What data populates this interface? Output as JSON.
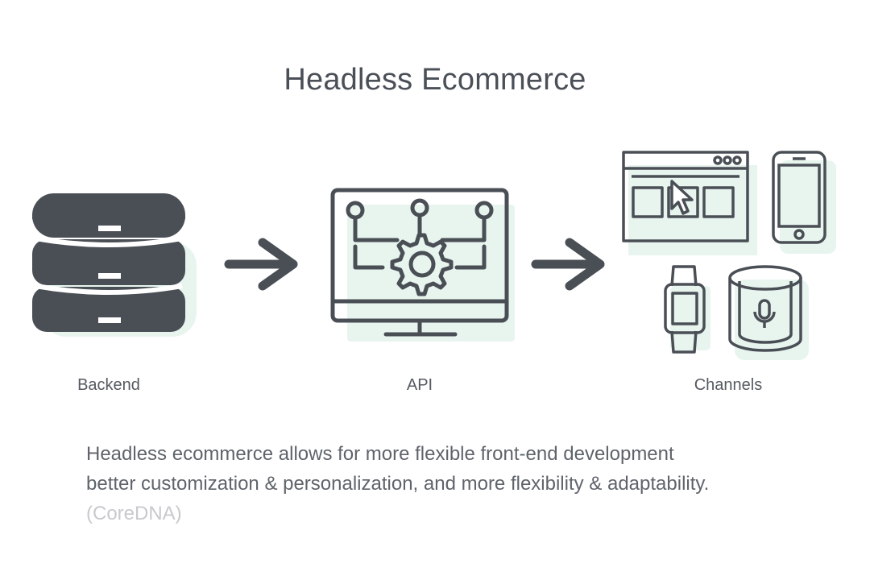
{
  "title": "Headless Ecommerce",
  "labels": {
    "backend": "Backend",
    "api": "API",
    "channels": "Channels"
  },
  "description": {
    "line1": "Headless ecommerce allows for more flexible front-end development",
    "line2": "better customization & personalization, and more flexibility & adaptability.",
    "source": "(CoreDNA)"
  },
  "colors": {
    "icon_stroke": "#4a4f56",
    "accent_fill": "#e8f5ef",
    "source_text": "#c7c9cc"
  },
  "icons": [
    "database-icon",
    "arrow-right-icon",
    "monitor-gear-icon",
    "arrow-right-icon",
    "browser-window-icon",
    "smartphone-icon",
    "smartwatch-icon",
    "smart-speaker-icon"
  ]
}
